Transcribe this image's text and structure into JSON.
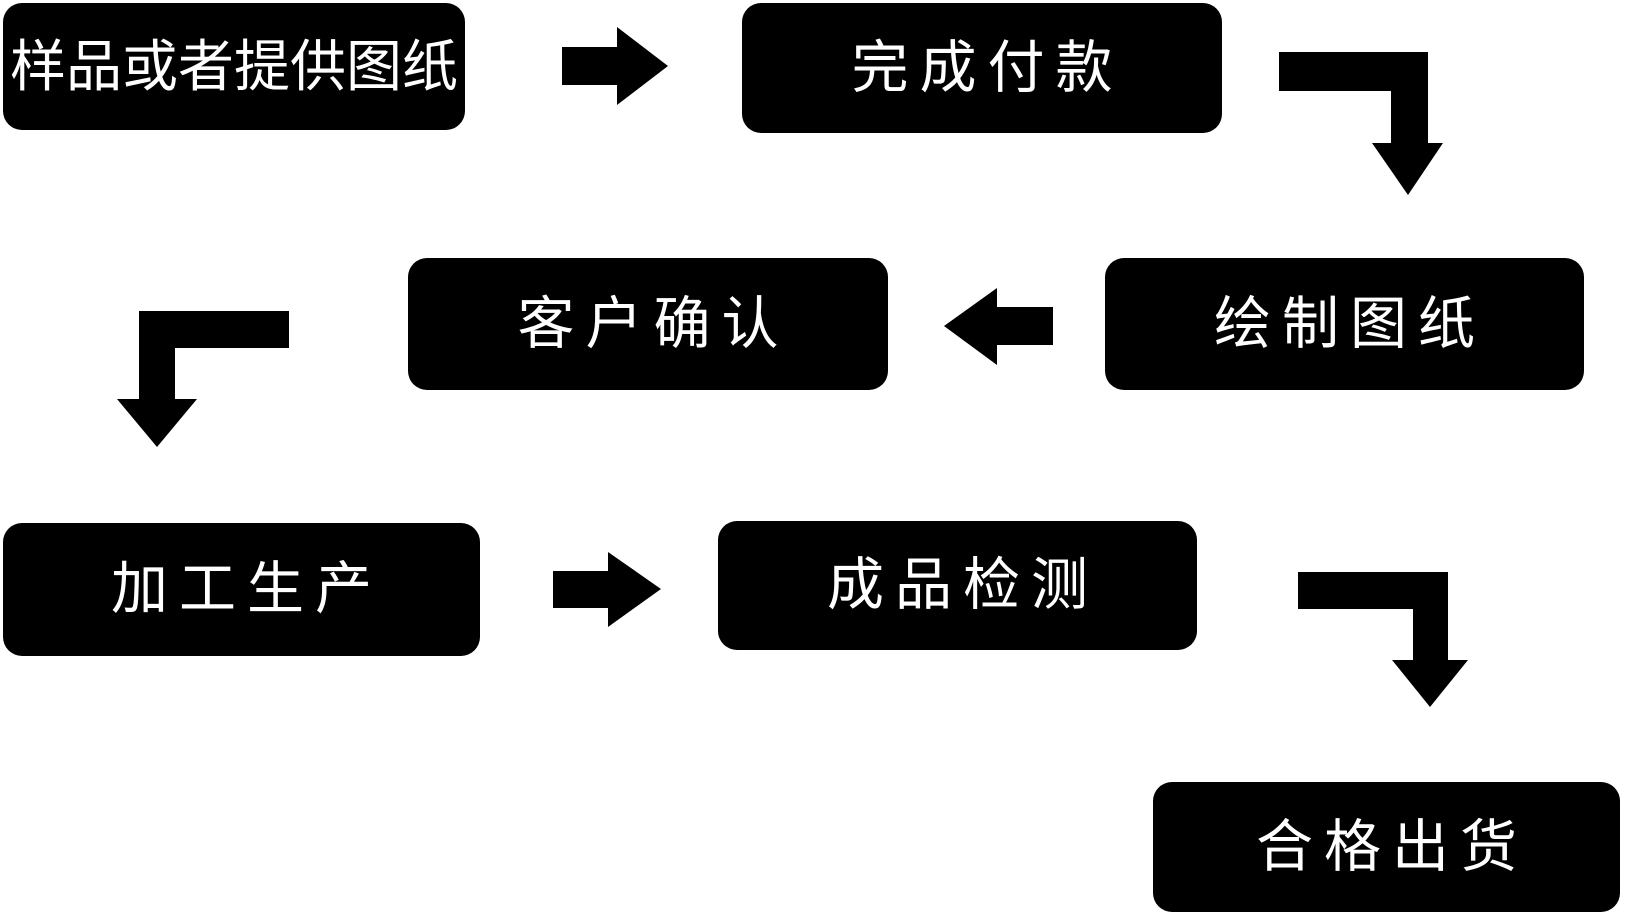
{
  "flowchart": {
    "background_color": "#ffffff",
    "node_fill_color": "#000000",
    "node_text_color": "#ffffff",
    "arrow_color": "#000000",
    "steps": [
      {
        "id": "step-1",
        "label": "样品或者提供图纸"
      },
      {
        "id": "step-2",
        "label": "完成付款"
      },
      {
        "id": "step-3",
        "label": "绘制图纸"
      },
      {
        "id": "step-4",
        "label": "客户确认"
      },
      {
        "id": "step-5",
        "label": "加工生产"
      },
      {
        "id": "step-6",
        "label": "成品检测"
      },
      {
        "id": "step-7",
        "label": "合格出货"
      }
    ],
    "connections": [
      {
        "from": "样品或者提供图纸",
        "to": "完成付款",
        "shape": "block-arrow-right"
      },
      {
        "from": "完成付款",
        "to": "绘制图纸",
        "shape": "elbow-arrow-right-down"
      },
      {
        "from": "绘制图纸",
        "to": "客户确认",
        "shape": "block-arrow-left"
      },
      {
        "from": "客户确认",
        "to": "加工生产",
        "shape": "elbow-arrow-left-down"
      },
      {
        "from": "加工生产",
        "to": "成品检测",
        "shape": "block-arrow-right"
      },
      {
        "from": "成品检测",
        "to": "合格出货",
        "shape": "elbow-arrow-right-down"
      }
    ]
  }
}
